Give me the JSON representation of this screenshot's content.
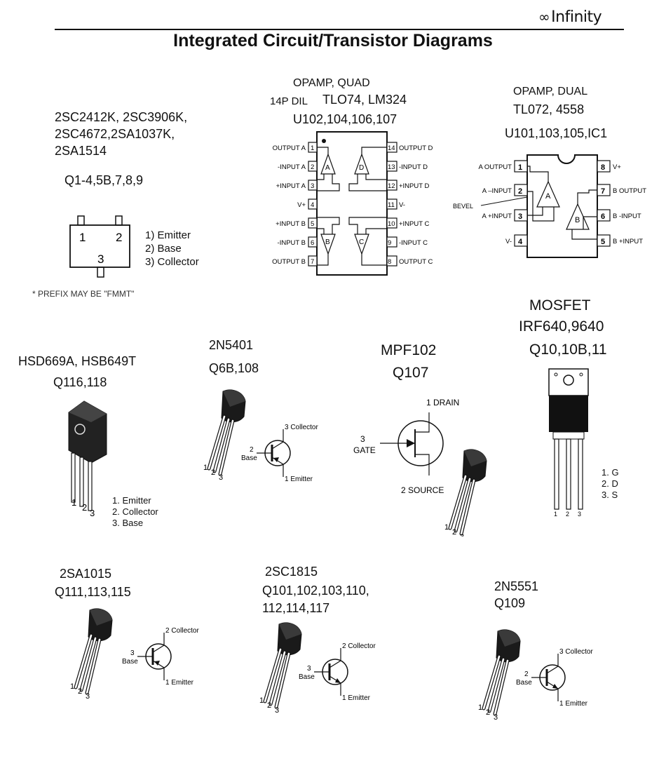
{
  "header": {
    "brand": "Infinity",
    "title": "Integrated Circuit/Transistor Diagrams"
  },
  "sot23": {
    "parts_line1": "2SC2412K, 2SC3906K,",
    "parts_line2": "2SC4672,2SA1037K,",
    "parts_line3": "2SA1514",
    "refs": "Q1-4,5B,7,8,9",
    "pin1": "1",
    "pin2": "2",
    "pin3": "3",
    "legend1": "1) Emitter",
    "legend2": "2) Base",
    "legend3": "3) Collector",
    "note": "*  PREFIX MAY BE \"FMMT\""
  },
  "quad_opamp": {
    "line1": "OPAMP, QUAD",
    "line2a": "14P DIL",
    "line2b": "TLO74, LM324",
    "refs": "U102,104,106,107",
    "left_pins": [
      {
        "num": "1",
        "label": "OUTPUT A"
      },
      {
        "num": "2",
        "label": "-INPUT A"
      },
      {
        "num": "3",
        "label": "+INPUT A"
      },
      {
        "num": "4",
        "label": "V+"
      },
      {
        "num": "5",
        "label": "+INPUT B"
      },
      {
        "num": "6",
        "label": "-INPUT B"
      },
      {
        "num": "7",
        "label": "OUTPUT B"
      }
    ],
    "right_pins": [
      {
        "num": "14",
        "label": "OUTPUT D"
      },
      {
        "num": "13",
        "label": "-INPUT D"
      },
      {
        "num": "12",
        "label": "+INPUT D"
      },
      {
        "num": "11",
        "label": "V-"
      },
      {
        "num": "10",
        "label": "+INPUT C"
      },
      {
        "num": "9",
        "label": "-INPUT C"
      },
      {
        "num": "8",
        "label": "OUTPUT C"
      }
    ],
    "amp_labels": [
      "A",
      "D",
      "B",
      "C"
    ]
  },
  "dual_opamp": {
    "line1": "OPAMP, DUAL",
    "line2": "TL072, 4558",
    "refs": "U101,103,105,IC1",
    "left_pins": [
      {
        "num": "1",
        "label": "A OUTPUT"
      },
      {
        "num": "2",
        "label": "A –INPUT"
      },
      {
        "num": "3",
        "label": "A +INPUT"
      },
      {
        "num": "4",
        "label": "V-"
      }
    ],
    "right_pins": [
      {
        "num": "8",
        "label": "V+"
      },
      {
        "num": "7",
        "label": "B OUTPUT"
      },
      {
        "num": "6",
        "label": "B -INPUT"
      },
      {
        "num": "5",
        "label": "B +INPUT"
      }
    ],
    "bevel": "BEVEL",
    "amp_labels": [
      "A",
      "B"
    ]
  },
  "mosfet": {
    "line1": "MOSFET",
    "line2": "IRF640,9640",
    "refs": "Q10,10B,11",
    "legend1": "1. G",
    "legend2": "2. D",
    "legend3": "3. S",
    "pins": [
      "1",
      "2",
      "3"
    ]
  },
  "hsd": {
    "parts": "HSD669A, HSB649T",
    "refs": "Q116,118",
    "legend1": "1. Emitter",
    "legend2": "2. Collector",
    "legend3": "3. Base",
    "pins": [
      "1",
      "2",
      "3"
    ]
  },
  "n5401": {
    "part": "2N5401",
    "refs": "Q6B,108",
    "pins": [
      "1",
      "2",
      "3"
    ],
    "collector": "3 Collector",
    "base_num": "2",
    "base": "Base",
    "emitter": "1 Emitter"
  },
  "mpf102": {
    "part": "MPF102",
    "refs": "Q107",
    "drain": "1 DRAIN",
    "gate_num": "3",
    "gate": "GATE",
    "source": "2 SOURCE",
    "pins": [
      "1",
      "2",
      "3"
    ]
  },
  "sa1015": {
    "part": "2SA1015",
    "refs": "Q111,113,115",
    "pins": [
      "1",
      "2",
      "3"
    ],
    "collector": "2 Collector",
    "base_num": "3",
    "base": "Base",
    "emitter": "1 Emitter"
  },
  "sc1815": {
    "part": "2SC1815",
    "refs_line1": "Q101,102,103,110,",
    "refs_line2": "112,114,117",
    "pins": [
      "1",
      "2",
      "3"
    ],
    "collector": "2 Collector",
    "base_num": "3",
    "base": "Base",
    "emitter": "1 Emitter"
  },
  "n5551": {
    "part": "2N5551",
    "refs": "Q109",
    "pins": [
      "1",
      "2",
      "3"
    ],
    "collector": "3 Collector",
    "base_num": "2",
    "base": "Base",
    "emitter": "1 Emitter"
  }
}
